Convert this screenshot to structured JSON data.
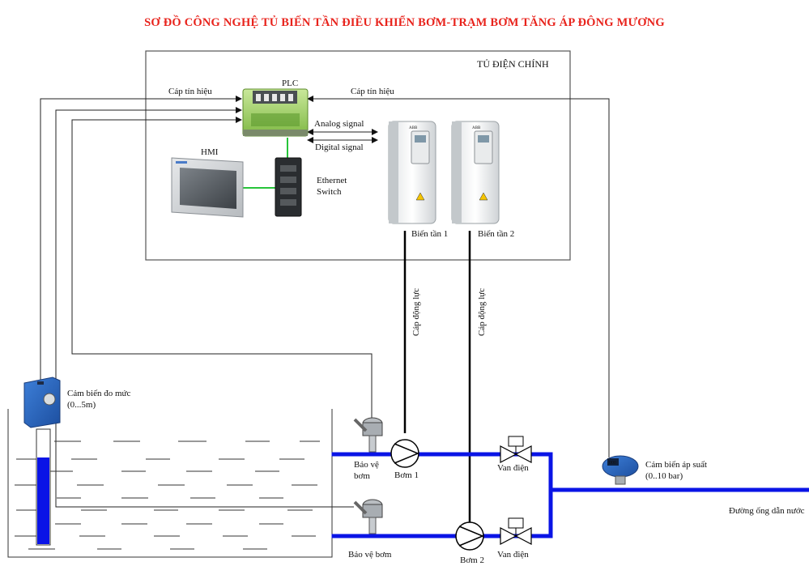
{
  "title": "SƠ ĐỒ CÔNG NGHỆ TỦ BIẾN TẦN ĐIỀU KHIỂN BƠM-TRẠM BƠM TĂNG ÁP ĐÔNG MƯƠNG",
  "cabinet_label": "TỦ ĐIỆN CHÍNH",
  "plc_label": "PLC",
  "signal_cable_left": "Cáp tín hiệu",
  "signal_cable_right": "Cáp tín hiệu",
  "analog_signal": "Analog signal",
  "digital_signal": "Digital signal",
  "hmi_label": "HMI",
  "switch_label_1": "Ethernet",
  "switch_label_2": "Switch",
  "vfd1_label": "Biến tần 1",
  "vfd2_label": "Biến tần 2",
  "power_cable_1": "Cáp động lực",
  "power_cable_2": "Cáp động lực",
  "level_sensor_1": "Cảm biến đo mức",
  "level_sensor_2": "(0...5m)",
  "protect1_a": "Bảo vệ",
  "protect1_b": "bơm",
  "protect2": "Bảo vệ bơm",
  "pump1": "Bơm 1",
  "pump2": "Bơm 2",
  "valve1": "Van điện",
  "valve2": "Van điện",
  "pressure_sensor_1": "Cảm biến áp suất",
  "pressure_sensor_2": "(0..10 bar)",
  "pipeline": "Đường ống dẫn nước",
  "colors": {
    "title": "#e8231c",
    "pipe": "#0a14e6",
    "water": "#0a14e6",
    "ethernet": "#27c43a",
    "plc": "#9ccd5a"
  }
}
